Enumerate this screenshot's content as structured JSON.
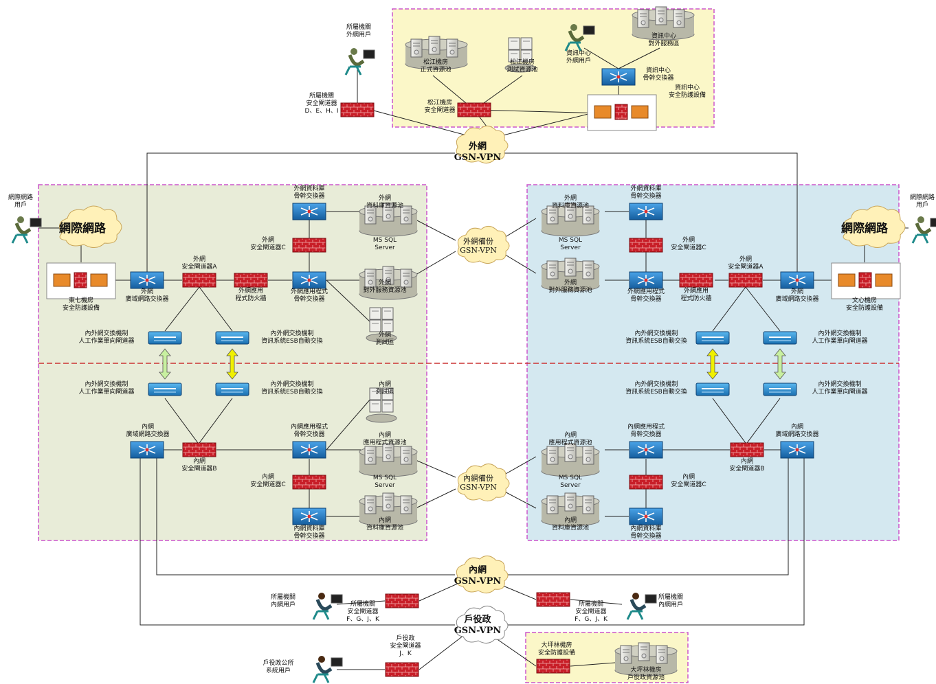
{
  "regions": {
    "external_datacenter": {
      "remote_users": "所屬機關\n外網用戶",
      "remote_gateway": "所屬機關\n安全閘道器\nD、E、H、I",
      "songjiang_prod_pool": "松江機房\n正式資源池",
      "songjiang_test_pool": "松江機房\n測試資源池",
      "songjiang_gateway": "松江機房\n安全閘道器",
      "itc_external_users": "資訊中心\n外網用戶",
      "itc_external_servers": "資訊中心\n對外服務區",
      "itc_backbone_switch": "資訊中心\n骨幹交換器",
      "itc_security": "資訊中心\n安全防護設備"
    },
    "left_external": {
      "internet_user": "網際網路\n用戶",
      "internet_cloud": "網際網路",
      "security_device": "東七機房\n安全防護設備",
      "wan_switch": "外網\n廣域網路交換器",
      "gateway_a": "外網\n安全閘道器A",
      "app_firewall": "外網應用\n程式防火牆",
      "app_backbone_switch": "外網應用程式\n骨幹交換器",
      "db_backbone_switch": "外網資料庫\n骨幹交換器",
      "gateway_c": "外網\n安全閘道器C",
      "db_pool": "外網\n資料庫資源池",
      "ms_sql": "MS SQL\nServer",
      "external_service_pool": "外網\n對外服務資源池",
      "test_area": "外網\n測試區",
      "manual_gate": "內外網交換機制\n人工作業單向閘道器",
      "esb_exchange": "內外網交換機制\n資訊系統ESB自動交換"
    },
    "left_internal": {
      "manual_gate": "內外網交換機制\n人工作業單向閘道器",
      "esb_exchange": "內外網交換機制\n資訊系統ESB自動交換",
      "wan_switch": "內網\n廣域網路交換器",
      "gateway_b": "內網\n安全閘道器B",
      "app_backbone_switch": "內網應用程式\n骨幹交換器",
      "test_area": "內網\n測試區",
      "app_pool": "內網\n應用程式資源池",
      "ms_sql": "MS SQL\nServer",
      "gateway_c": "內網\n安全閘道器C",
      "db_backbone_switch": "內網資料庫\n骨幹交換器",
      "db_pool": "內網\n資料庫資源池"
    },
    "right_external": {
      "internet_user": "網際網路\n用戶",
      "internet_cloud": "網際網路",
      "security_device": "文心機房\n安全防護設備",
      "wan_switch": "外網\n廣域網路交換器",
      "gateway_a": "外網\n安全閘道器A",
      "app_firewall": "外網應用\n程式防火牆",
      "app_backbone_switch": "外網應用程式\n骨幹交換器",
      "db_backbone_switch": "外網資料庫\n骨幹交換器",
      "gateway_c": "外網\n安全閘道器C",
      "db_pool": "外網\n資料庫資源池",
      "ms_sql": "MS SQL\nServer",
      "external_service_pool": "外網\n對外服務資源池",
      "esb_exchange": "內外網交換機制\n資訊系統ESB自動交換",
      "manual_gate": "內外網交換機制\n人工作業單向閘道器"
    },
    "right_internal": {
      "esb_exchange": "內外網交換機制\n資訊系統ESB自動交換",
      "manual_gate": "內外網交換機制\n人工作業單向閘道器",
      "app_backbone_switch": "內網應用程式\n骨幹交換器",
      "wan_switch": "內網\n廣域網路交換器",
      "gateway_b": "內網\n安全閘道器B",
      "app_pool": "內網\n應用程式資源池",
      "ms_sql": "MS SQL\nServer",
      "gateway_c": "內網\n安全閘道器C",
      "db_backbone_switch": "內網資料庫\n骨幹交換器",
      "db_pool": "內網\n資料庫資源池"
    },
    "bottom": {
      "left_internal_users": "所屬機關\n內網用戶",
      "left_internal_gateway": "所屬機關\n安全閘道器\nF、G、J、K",
      "right_internal_gateway": "所屬機關\n安全閘道器\nF、G、J、K",
      "right_internal_users": "所屬機關\n內網用戶",
      "household_office_users": "戶役政公所\n系統用戶",
      "household_gateway": "戶役政\n安全閘道器\nJ、K",
      "dapinglin_security": "大坪林機房\n安全防護設備",
      "dapinglin_pool": "大坪林機房\n戶役政資源池"
    }
  },
  "clouds": {
    "external_gsn": "外網\nGSN-VPN",
    "external_backup": "外網備份\nGSN-VPN",
    "internal_backup": "內網備份\nGSN-VPN",
    "internal_gsn": "內網\nGSN-VPN",
    "household_gsn": "戶役政\nGSN-VPN"
  },
  "colors": {
    "left_zone_fill": "#e8ecd8",
    "right_zone_fill": "#d4e8f0",
    "top_zone_fill": "#fbf7c8",
    "zone_border": "#cc55cc",
    "divider": "#cc3333",
    "switch_blue": "#1e78c8",
    "firewall_red": "#c81e28",
    "cloud_fill": "#fff1b8",
    "arrow_green": "#c8f0a0",
    "arrow_yellow": "#f0f000"
  }
}
